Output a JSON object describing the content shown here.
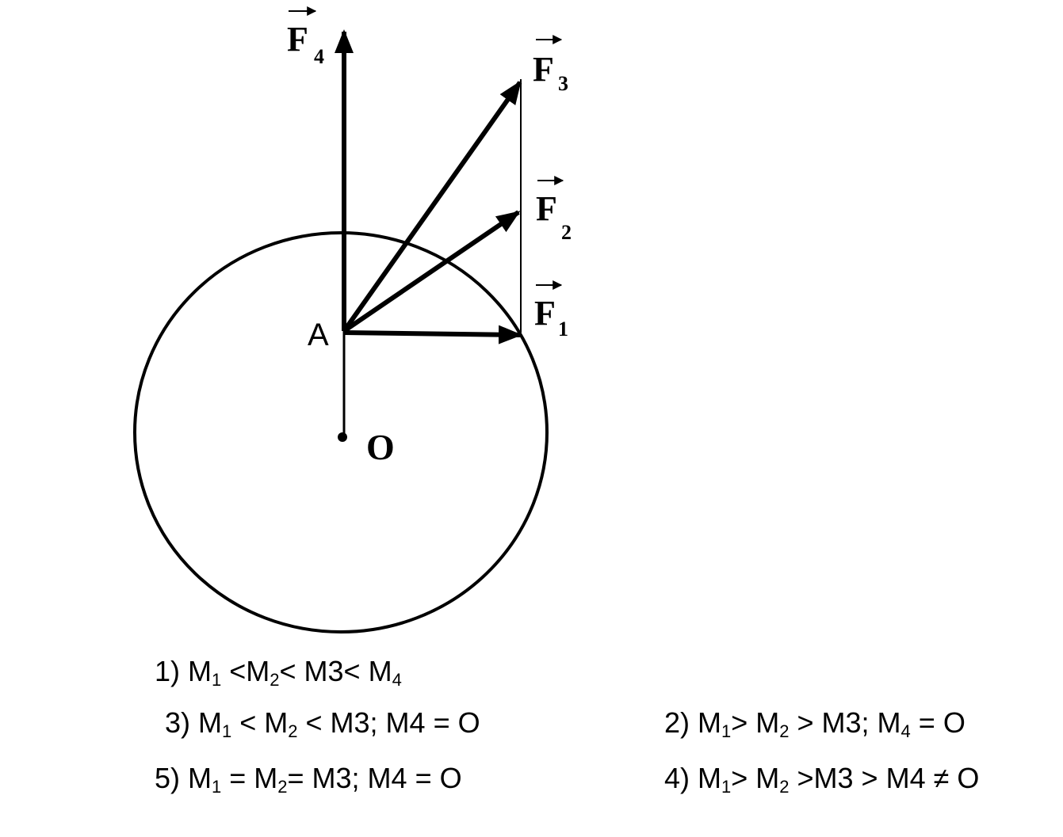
{
  "diagram": {
    "point_a": "A",
    "point_o": "O",
    "vectors": [
      {
        "letter": "F",
        "sub": "1"
      },
      {
        "letter": "F",
        "sub": "2"
      },
      {
        "letter": "F",
        "sub": "3"
      },
      {
        "letter": "F",
        "sub": "4"
      }
    ]
  },
  "answers": {
    "a1": {
      "num": "1) M",
      "s1": "1",
      "t1": " <M",
      "s2": "2",
      "t2": "< M3< M",
      "s3": "4"
    },
    "a3": {
      "num": "3) M",
      "s1": "1",
      "t1": " < M",
      "s2": "2",
      "t2": " < M3; M4 = O"
    },
    "a2": {
      "num": "2) M",
      "s1": "1",
      "t1": "> M",
      "s2": "2",
      "t2": " > M3; M",
      "s3": "4",
      "t3": " = O"
    },
    "a5": {
      "num": "5) M",
      "s1": "1",
      "t1": " = M",
      "s2": "2",
      "t2": "= M3; M4 = O"
    },
    "a4": {
      "num": "4) M",
      "s1": "1",
      "t1": "> M",
      "s2": "2",
      "t2": " >M3 > M4  ≠ O"
    }
  }
}
